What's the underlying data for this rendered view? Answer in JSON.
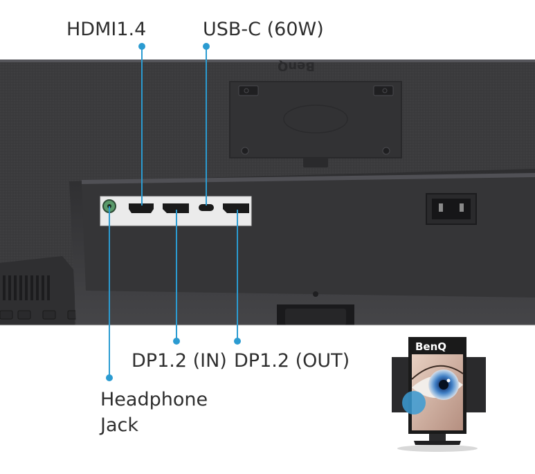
{
  "callouts": {
    "hdmi": "HDMI1.4",
    "usbc": "USB-C (60W)",
    "dp_in": "DP1.2 (IN)",
    "dp_out": "DP1.2 (OUT)",
    "headphone_line1": "Headphone",
    "headphone_line2": "Jack"
  },
  "brand": {
    "monitor_logo": "BenQ",
    "back_logo": "BenQ"
  },
  "colors": {
    "callout_line": "#2b9bd1",
    "callout_dot": "#2b9bd1",
    "monitor_body": "#3a3a3c",
    "port_panel": "#ededed",
    "headphone_port": "#5a9a6a"
  },
  "icons": [
    "hdmi-port-icon",
    "usbc-port-icon",
    "displayport-icon",
    "headphone-jack-icon",
    "power-socket-icon"
  ]
}
